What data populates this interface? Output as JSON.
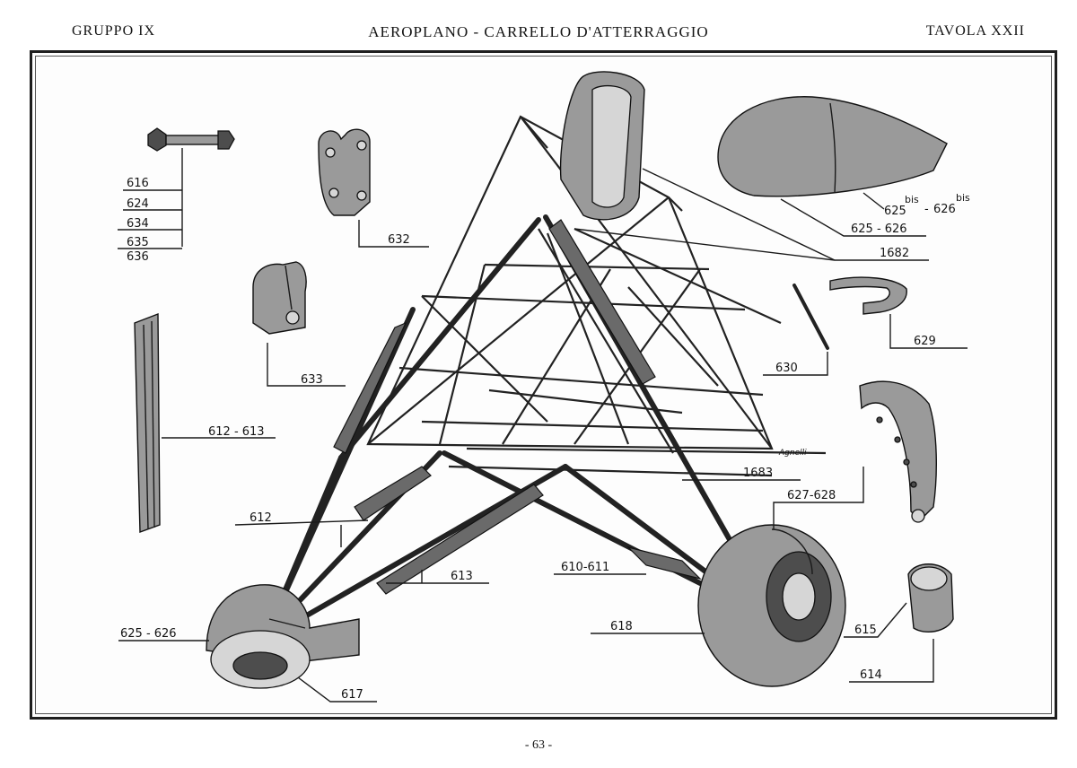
{
  "header": {
    "left": "GRUPPO IX",
    "center": "AEROPLANO - CARRELLO D'ATTERRAGGIO",
    "right": "TAVOLA XXII"
  },
  "footer": {
    "page_number": "- 63 -"
  },
  "labels": {
    "l616": "616",
    "l624": "624",
    "l634": "634",
    "l635": "635",
    "l636": "636",
    "l632": "632",
    "l633": "633",
    "l612_613": "612 - 613",
    "l612": "612",
    "l613": "613",
    "l625_626_left": "625 - 626",
    "l617": "617",
    "l625_626_right": "625 - 626",
    "l625bis": "625",
    "l626bis": "626",
    "bis1": "bis",
    "bis2": "bis",
    "bis_sep": "-",
    "l1682": "1682",
    "l629": "629",
    "l630": "630",
    "l627_628": "627-628",
    "l1683": "1683",
    "l610_611": "610-611",
    "l618": "618",
    "l615": "615",
    "l614": "614"
  },
  "signature": "Agnelli",
  "colors": {
    "ink": "#141414",
    "paper": "#ffffff"
  }
}
